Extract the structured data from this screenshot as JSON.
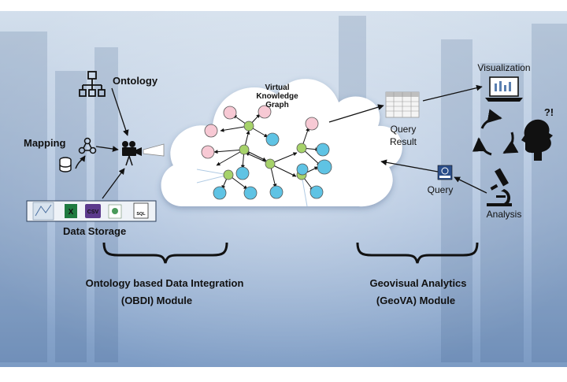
{
  "labels": {
    "ontology": "Ontology",
    "mapping": "Mapping",
    "data_storage": "Data Storage",
    "vkg_line1": "Virtual",
    "vkg_line2": "Knowledge",
    "vkg_line3": "Graph",
    "query_result_line1": "Query",
    "query_result_line2": "Result",
    "query": "Query",
    "visualization": "Visualization",
    "analysis": "Analysis",
    "thinking": "?!",
    "obdi_line1": "Ontology based Data Integration",
    "obdi_line2": "(OBDI) Module",
    "geova_line1": "Geovisual  Analytics",
    "geova_line2": "(GeoVA) Module"
  },
  "storage_items": [
    "",
    "X",
    "CSV",
    "",
    "SQL"
  ],
  "colors": {
    "background_top": "#cfdbe9",
    "background_bottom": "#7f9fc8",
    "cloud": "#ffffff",
    "node_pink": "#f7c9d4",
    "node_green": "#a6d26a",
    "node_blue": "#5fc3e4"
  },
  "icons": [
    "hierarchy-icon",
    "network-icon",
    "database-icon",
    "camera-icon",
    "table-icon",
    "laptop-chart-icon",
    "cycle-arrows-icon",
    "head-icon",
    "microscope-icon",
    "sparql-icon"
  ]
}
